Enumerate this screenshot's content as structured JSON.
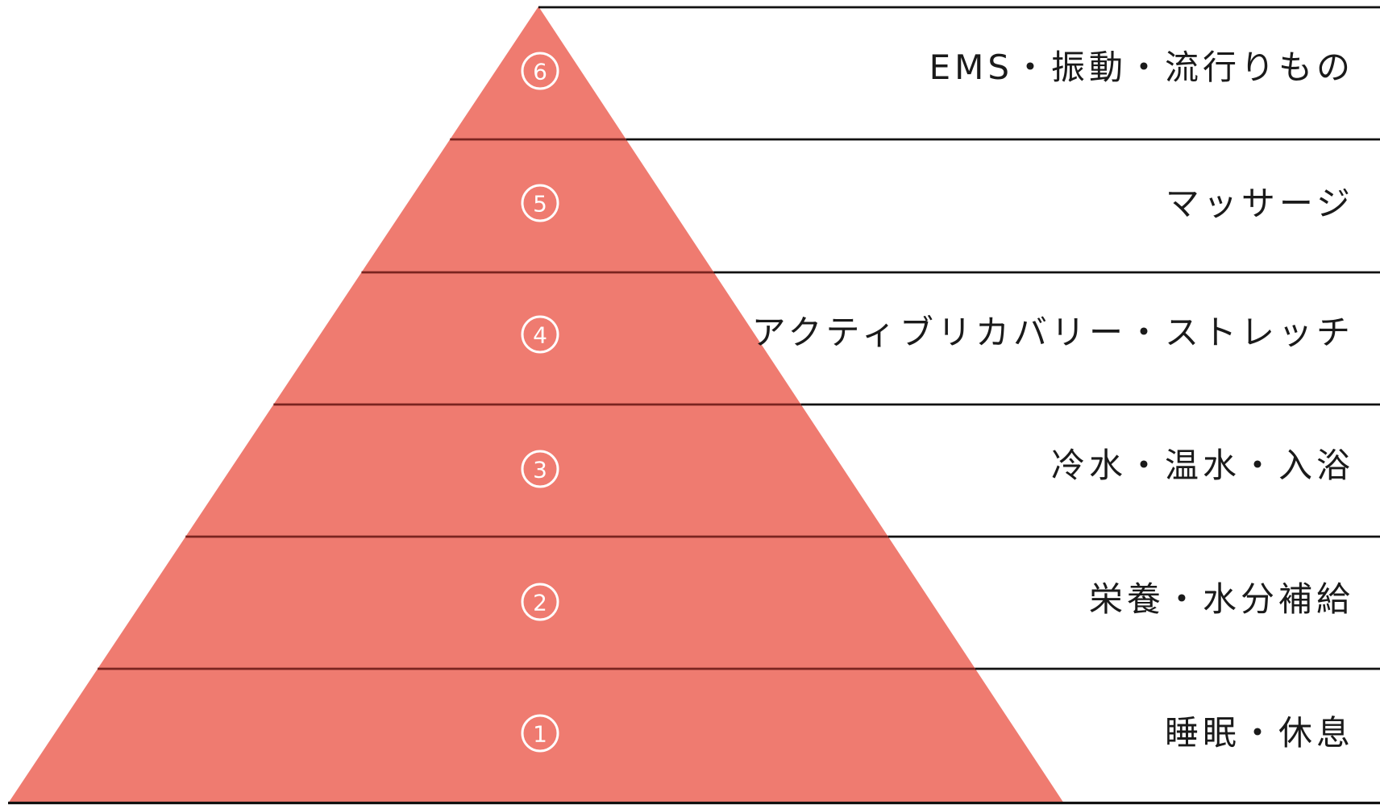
{
  "diagram": {
    "type": "pyramid",
    "orientation": "labels-right",
    "colors": {
      "background": "#FFFFFF",
      "pyramid_fill": "#EF7B70",
      "divider_on_pyramid": "#7A2420",
      "divider_outside": "#111111",
      "badge_stroke": "#FFFFFF",
      "badge_digit": "#FFFFFF",
      "label_text": "#1A1A1A"
    },
    "levels": [
      {
        "rank": "6",
        "circled": "⑥",
        "label": "EMS・振動・流行りもの"
      },
      {
        "rank": "5",
        "circled": "⑤",
        "label": "マッサージ"
      },
      {
        "rank": "4",
        "circled": "④",
        "label": "アクティブリカバリー・ストレッチ"
      },
      {
        "rank": "3",
        "circled": "③",
        "label": "冷水・温水・入浴"
      },
      {
        "rank": "2",
        "circled": "②",
        "label": "栄養・水分補給"
      },
      {
        "rank": "1",
        "circled": "①",
        "label": "睡眠・休息"
      }
    ]
  }
}
